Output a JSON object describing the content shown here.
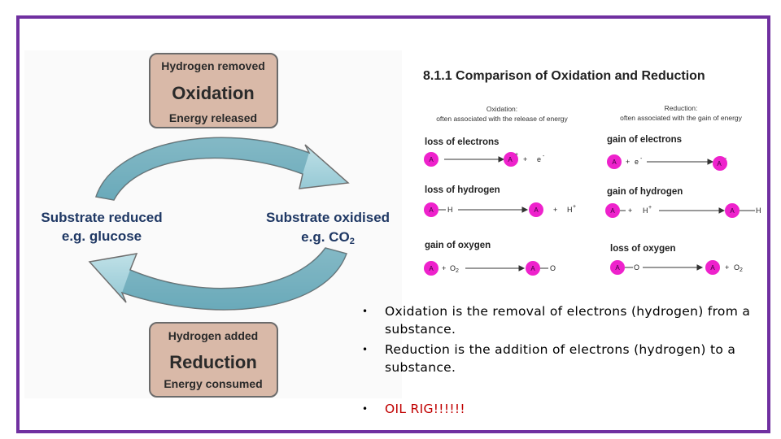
{
  "cycle": {
    "top_box": {
      "line1": "Hydrogen removed",
      "title": "Oxidation",
      "line3": "Energy released"
    },
    "bottom_box": {
      "line1": "Hydrogen added",
      "title": "Reduction",
      "line3": "Energy consumed"
    },
    "left": {
      "line1": "Substrate reduced",
      "line2": "e.g. glucose"
    },
    "right": {
      "line1": "Substrate oxidised",
      "line2": "e.g. CO",
      "subscript": "2"
    },
    "colors": {
      "box_fill": "#d9b9a8",
      "arrow_light": "#a9d3dc",
      "arrow_dark": "#4f96a8"
    }
  },
  "comparison": {
    "title": "8.1.1 Comparison of Oxidation and Reduction",
    "ox_header": "Oxidation:",
    "ox_sub": "often associated with the release of energy",
    "red_header": "Reduction:",
    "red_sub": "often associated with the gain of energy",
    "atom": "A",
    "oxidation_rows": [
      {
        "label": "loss of electrons"
      },
      {
        "label": "loss of hydrogen"
      },
      {
        "label": "gain of oxygen"
      }
    ],
    "reduction_rows": [
      {
        "label": "gain of electrons"
      },
      {
        "label": "gain of hydrogen"
      },
      {
        "label": "loss of oxygen"
      }
    ],
    "symbols": {
      "plus": "+",
      "electron": "e",
      "minus": "-",
      "H": "H",
      "Hplus": "+",
      "O": "O",
      "O2": "O",
      "two": "2",
      "aplus": "+",
      "aminus": "-"
    },
    "atom_color": "#ee22cc"
  },
  "bullets": [
    "Oxidation is the removal of electrons (hydrogen) from a substance.",
    "Reduction is the addition of electrons (hydrogen) to a substance.",
    "OIL RIG!!!!!!"
  ],
  "bullet_char": "•",
  "frame_color": "#7030a0"
}
